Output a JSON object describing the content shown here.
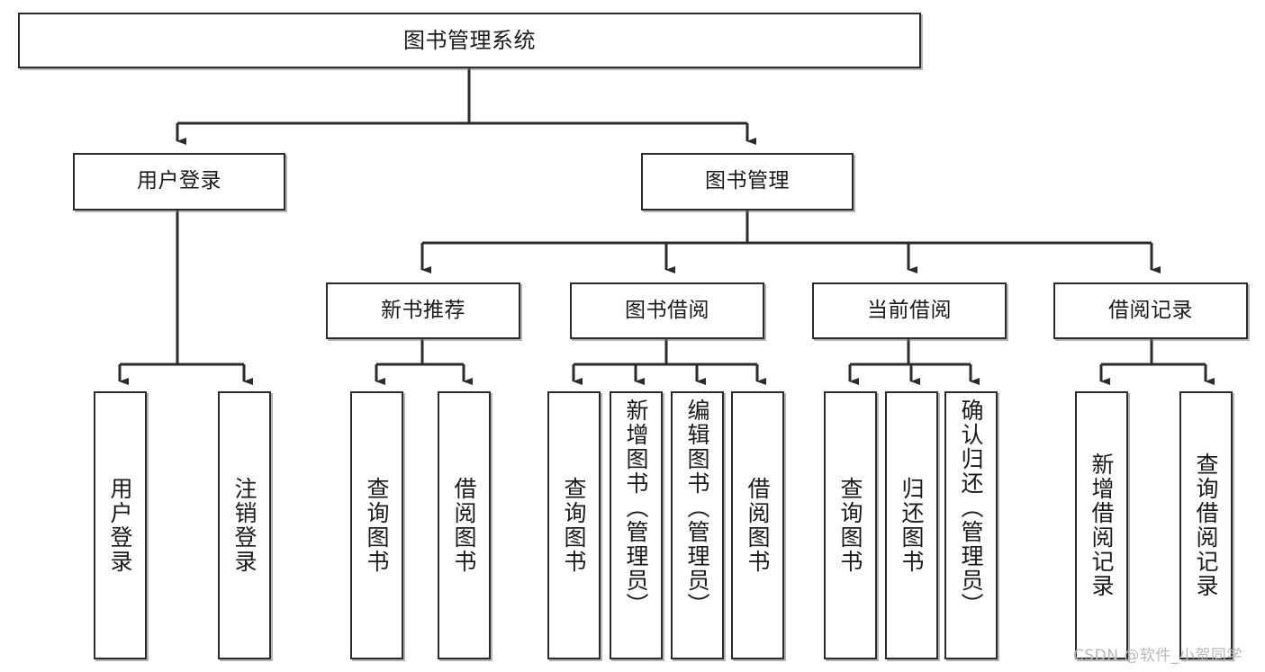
{
  "diagram": {
    "title": "图书管理系统",
    "type": "hierarchy-tree",
    "watermark": "CSDN @软件_小贺同学",
    "colors": {
      "node_border": "#2b2b2b",
      "node_fill": "#ffffff",
      "edge": "#2b2b2b",
      "text": "#1a1a1a",
      "watermark": "#b9b9b9"
    },
    "nodes": {
      "root": {
        "label": "图书管理系统",
        "level": 1,
        "orientation": "horizontal"
      },
      "l2": [
        {
          "id": "user-login",
          "label": "用户登录",
          "level": 2,
          "orientation": "horizontal"
        },
        {
          "id": "book-manage",
          "label": "图书管理",
          "level": 2,
          "orientation": "horizontal"
        }
      ],
      "l3": [
        {
          "id": "new-book-recommend",
          "label": "新书推荐",
          "level": 3,
          "orientation": "horizontal",
          "parent": "book-manage"
        },
        {
          "id": "book-borrow",
          "label": "图书借阅",
          "level": 3,
          "orientation": "horizontal",
          "parent": "book-manage"
        },
        {
          "id": "current-borrow",
          "label": "当前借阅",
          "level": 3,
          "orientation": "horizontal",
          "parent": "book-manage"
        },
        {
          "id": "borrow-record",
          "label": "借阅记录",
          "level": 3,
          "orientation": "horizontal",
          "parent": "book-manage"
        }
      ],
      "leaves": [
        {
          "id": "leaf-user-login",
          "label": "用户登录",
          "parent": "user-login",
          "orientation": "vertical"
        },
        {
          "id": "leaf-user-logout",
          "label": "注销登录",
          "parent": "user-login",
          "orientation": "vertical"
        },
        {
          "id": "leaf-query-book-1",
          "label": "查询图书",
          "parent": "new-book-recommend",
          "orientation": "vertical"
        },
        {
          "id": "leaf-borrow-book-1",
          "label": "借阅图书",
          "parent": "new-book-recommend",
          "orientation": "vertical"
        },
        {
          "id": "leaf-query-book-2",
          "label": "查询图书",
          "parent": "book-borrow",
          "orientation": "vertical"
        },
        {
          "id": "leaf-add-book",
          "label": "新增图书（管理员）",
          "parent": "book-borrow",
          "orientation": "vertical"
        },
        {
          "id": "leaf-edit-book",
          "label": "编辑图书（管理员）",
          "parent": "book-borrow",
          "orientation": "vertical"
        },
        {
          "id": "leaf-borrow-book-2",
          "label": "借阅图书",
          "parent": "book-borrow",
          "orientation": "vertical"
        },
        {
          "id": "leaf-query-book-3",
          "label": "查询图书",
          "parent": "current-borrow",
          "orientation": "vertical"
        },
        {
          "id": "leaf-return-book",
          "label": "归还图书",
          "parent": "current-borrow",
          "orientation": "vertical"
        },
        {
          "id": "leaf-confirm-return",
          "label": "确认归还（管理员）",
          "parent": "current-borrow",
          "orientation": "vertical"
        },
        {
          "id": "leaf-add-record",
          "label": "新增借阅记录",
          "parent": "borrow-record",
          "orientation": "vertical"
        },
        {
          "id": "leaf-query-record",
          "label": "查询借阅记录",
          "parent": "borrow-record",
          "orientation": "vertical"
        }
      ]
    }
  }
}
